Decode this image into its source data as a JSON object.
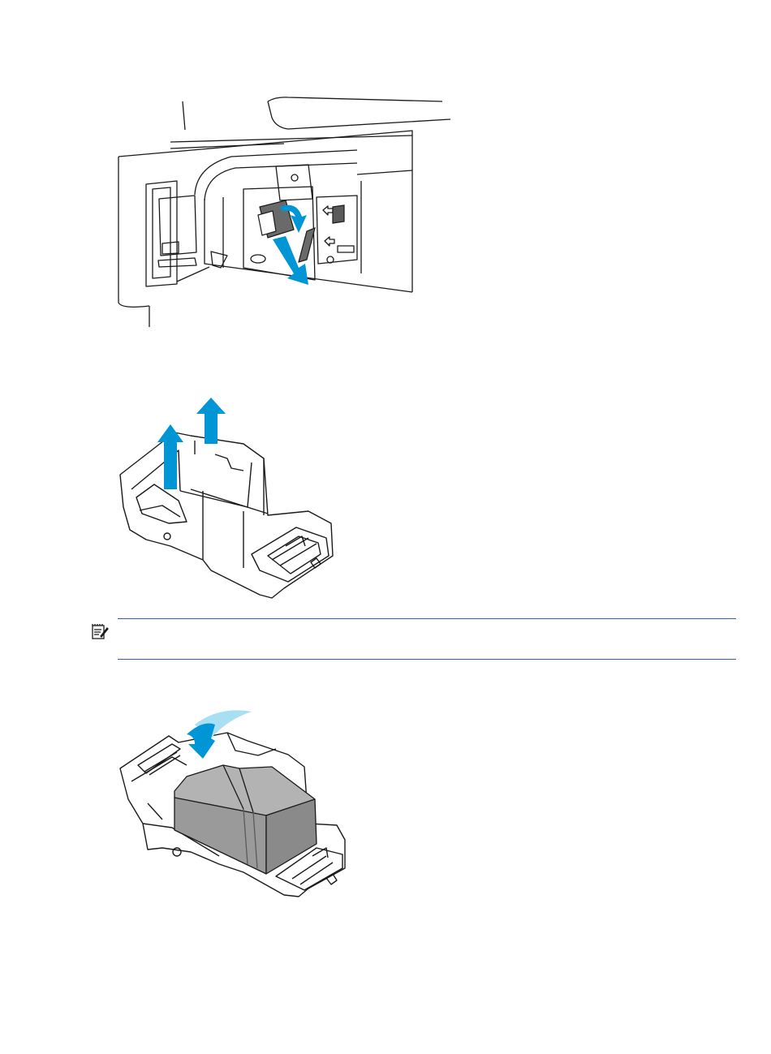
{
  "colors": {
    "line": "#1a1a1a",
    "accent_blue": "#0096d6",
    "accent_blue_light": "#a8dff2",
    "cartridge_gray": "#9a9a9a",
    "dark_gray": "#5a5a5a",
    "note_rule": "#3b5ba5"
  },
  "icons": {
    "note": "note-pad-icon"
  },
  "figures": [
    {
      "name": "stapler-unit-removal",
      "arrows": 2
    },
    {
      "name": "cartridge-remove-empty",
      "arrows": 2
    },
    {
      "name": "cartridge-insert-new",
      "arrows": 1
    }
  ],
  "note": {
    "text": ""
  }
}
